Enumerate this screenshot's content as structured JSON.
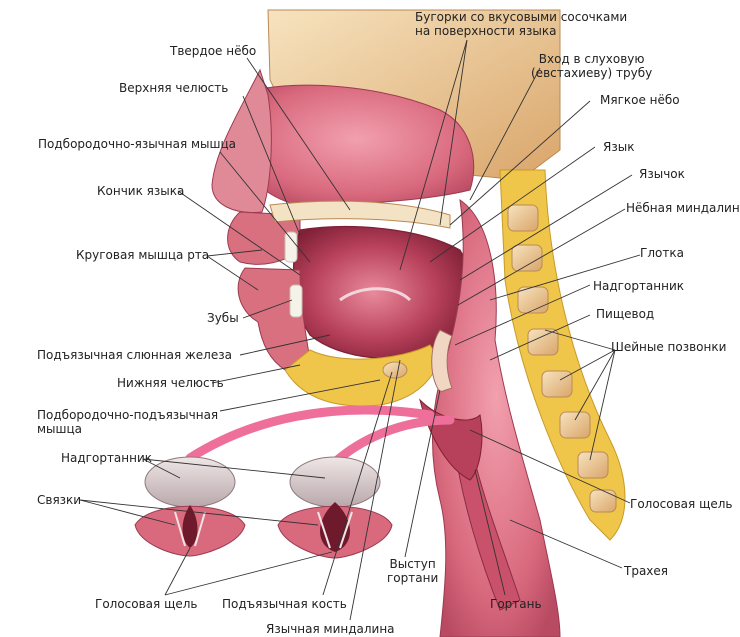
{
  "labels": {
    "hard_palate": "Твердое нёбо",
    "upper_jaw": "Верхняя челюсть",
    "genioglossus": "Подбородочно-язычная мышца",
    "tongue_tip": "Кончик языка",
    "orbicularis_oris": "Круговая мышца рта",
    "teeth": "Зубы",
    "sublingual_gland": "Подъязычная слюнная железа",
    "lower_jaw": "Нижняя челюсть",
    "geniohyoid": "Подбородочно-подъязычная\nмышца",
    "epiglottis_left": "Надгортанник",
    "ligaments": "Связки",
    "glottis_left": "Голосовая щель",
    "hyoid_bone": "Подъязычная кость",
    "lingual_tonsil": "Язычная миндалина",
    "taste_buds": "Бугорки со вкусовыми сосочками\nна поверхности языка",
    "auditory_tube": "Вход в слуховую\n(евстахиеву) трубу",
    "soft_palate": "Мягкое нёбо",
    "tongue": "Язык",
    "uvula": "Язычок",
    "palatine_tonsil": "Нёбная миндалина",
    "pharynx": "Глотка",
    "epiglottis_right": "Надгортанник",
    "esophagus": "Пищевод",
    "cervical_vertebrae": "Шейные позвонки",
    "glottis_right": "Голосовая щель",
    "trachea": "Трахея",
    "larynx_prominence": "Выступ\nгортани",
    "larynx": "Гортань"
  },
  "colors": {
    "tissue": "#d96a7e",
    "tissue_dark": "#a83a52",
    "bone": "#f2d6a8",
    "fat": "#f0c64a",
    "pink_band": "#ee6f9a",
    "cartilage": "#d9cfcf",
    "line": "#333333"
  }
}
